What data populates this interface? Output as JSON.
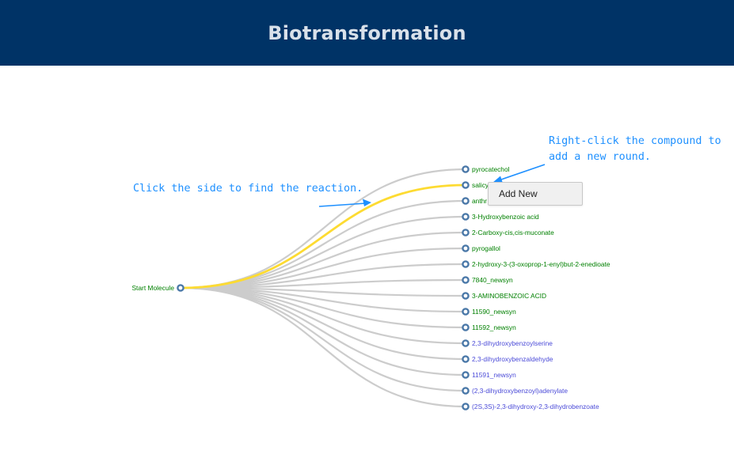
{
  "header": {
    "title": "Biotransformation"
  },
  "hints": {
    "left": "Click the side to find the reaction.",
    "right_line1": "Right-click the compound to",
    "right_line2": "add a new round."
  },
  "context_menu": {
    "add_new_label": "Add New"
  },
  "colors": {
    "header_bg": "#003366",
    "link": "#cccccc",
    "link_active": "#fddb32",
    "node_stroke": "#4a78a8",
    "label_green": "#008000",
    "label_blue": "#4b4bd8",
    "hint": "#1e90ff"
  },
  "tree": {
    "root": {
      "label": "Start Molecule"
    },
    "active_child_index": 1,
    "children": [
      {
        "label": "pyrocatechol",
        "tone": "green"
      },
      {
        "label": "salicy",
        "tone": "green"
      },
      {
        "label": "anthr",
        "tone": "green"
      },
      {
        "label": "3-Hydroxybenzoic acid",
        "tone": "green"
      },
      {
        "label": "2-Carboxy-cis,cis-muconate",
        "tone": "green"
      },
      {
        "label": "pyrogallol",
        "tone": "green"
      },
      {
        "label": "2-hydroxy-3-(3-oxoprop-1-enyl)but-2-enedioate",
        "tone": "green"
      },
      {
        "label": "7840_newsyn",
        "tone": "green"
      },
      {
        "label": "3-AMINOBENZOIC ACID",
        "tone": "green"
      },
      {
        "label": "11590_newsyn",
        "tone": "green"
      },
      {
        "label": "11592_newsyn",
        "tone": "green"
      },
      {
        "label": "2,3-dihydroxybenzoylserine",
        "tone": "blue"
      },
      {
        "label": "2,3-dihydroxybenzaldehyde",
        "tone": "blue"
      },
      {
        "label": "11591_newsyn",
        "tone": "blue"
      },
      {
        "label": "(2,3-dihydroxybenzoyl)adenylate",
        "tone": "blue"
      },
      {
        "label": "(2S,3S)-2,3-dihydroxy-2,3-dihydrobenzoate",
        "tone": "blue"
      }
    ]
  }
}
